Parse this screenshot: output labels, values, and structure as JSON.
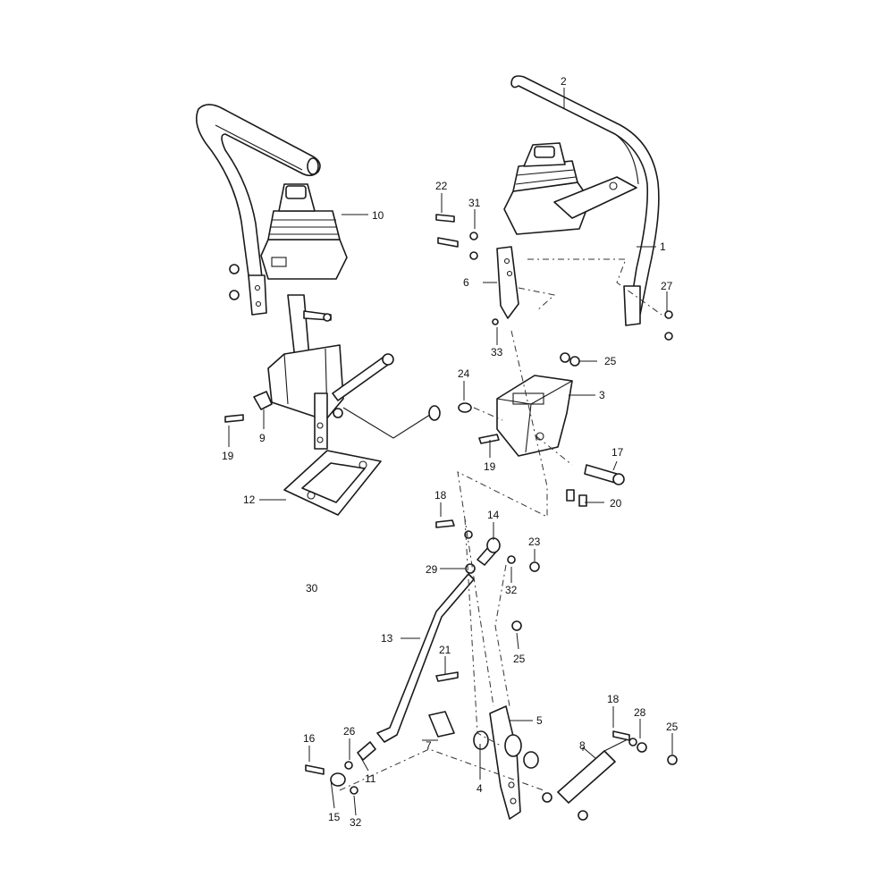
{
  "callouts": {
    "c1": "1",
    "c2": "2",
    "c3": "3",
    "c4": "4",
    "c5": "5",
    "c6": "6",
    "c7": "7",
    "c8": "8",
    "c9": "9",
    "c10": "10",
    "c11": "11",
    "c12": "12",
    "c13": "13",
    "c14": "14",
    "c15": "15",
    "c16": "16",
    "c17": "17",
    "c18a": "18",
    "c18b": "18",
    "c19a": "19",
    "c19b": "19",
    "c20": "20",
    "c21": "21",
    "c22": "22",
    "c23": "23",
    "c24": "24",
    "c25a": "25",
    "c25b": "25",
    "c25c": "25",
    "c26": "26",
    "c27": "27",
    "c28": "28",
    "c29": "29",
    "c30": "30",
    "c31": "31",
    "c32a": "32",
    "c32b": "32",
    "c33": "33"
  }
}
